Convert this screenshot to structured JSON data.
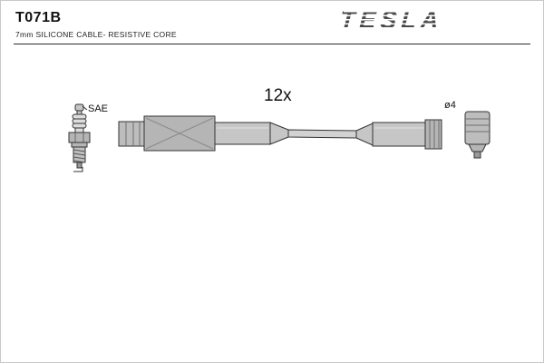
{
  "header": {
    "part_number": "T071B",
    "subtitle": "7mm SILICONE CABLE- RESISTIVE CORE",
    "brand": "TESLA"
  },
  "diagram": {
    "quantity_label": "12x",
    "sae_label": "SAE",
    "diameter_label": "ø4"
  },
  "colors": {
    "ink": "#1a1a1a",
    "part_gray": "#b5b5b5",
    "boot_gray": "#c6c6c6",
    "outline": "#333333"
  }
}
